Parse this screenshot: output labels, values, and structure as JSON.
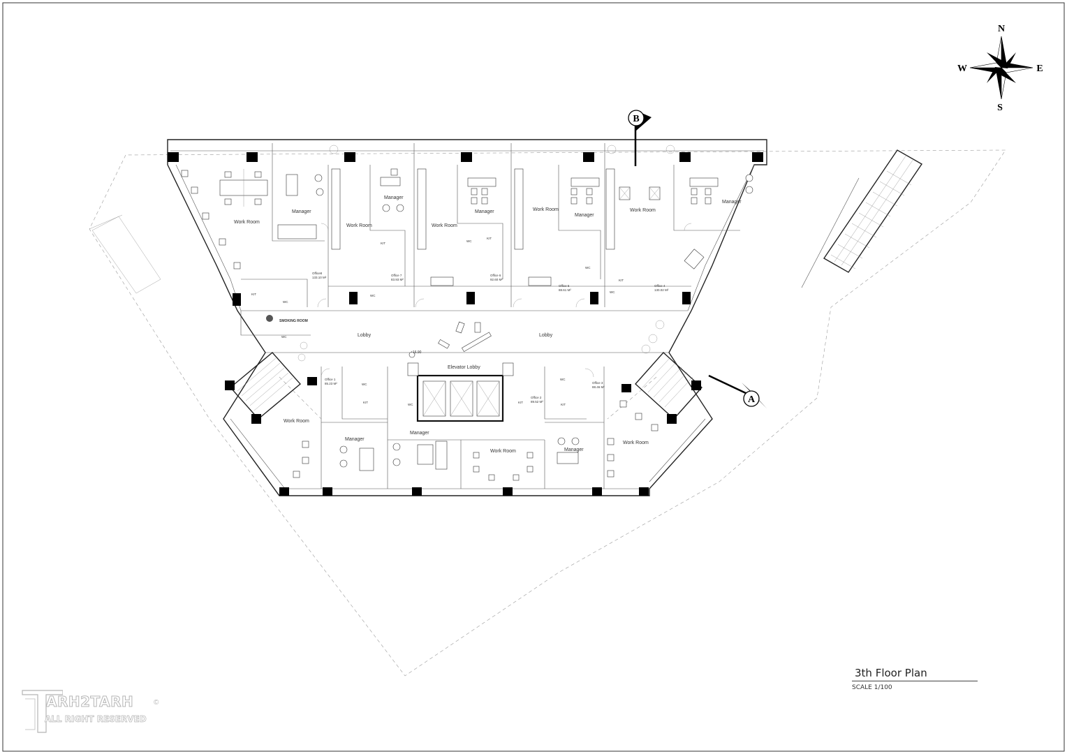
{
  "compass": {
    "north": "N",
    "south": "S",
    "east": "E",
    "west": "W"
  },
  "sections": {
    "a": "A",
    "b": "B"
  },
  "title_block": {
    "title": "3th Floor Plan",
    "scale": "SCALE 1/100"
  },
  "logo": {
    "main": "ARH2TARH",
    "sub": "ALL RIGHT RESERVED",
    "registered": "©"
  },
  "rooms": {
    "work_room": "Work Room",
    "manager": "Manager",
    "lobby": "Lobby",
    "elevator_lobby": "Elevator Lobby",
    "smoking_room": "SMOKING ROOM",
    "wc": "WC",
    "kit": "KIT",
    "level": "+16.90"
  },
  "offices": {
    "office8": {
      "name": "Office8",
      "area": "133.10 M²"
    },
    "office7": {
      "name": "Office 7",
      "area": "83.93 M²"
    },
    "office6": {
      "name": "Office 6",
      "area": "92.60 M²"
    },
    "office5": {
      "name": "Office 5",
      "area": "88.61 M²"
    },
    "office4": {
      "name": "Office 4",
      "area": "130.02 M²"
    },
    "office1": {
      "name": "Office 1",
      "area": "85.23 M²"
    },
    "office2": {
      "name": "Office 2",
      "area": "89.52 M²"
    },
    "office3": {
      "name": "Office 3",
      "area": "88.46 M²"
    }
  }
}
